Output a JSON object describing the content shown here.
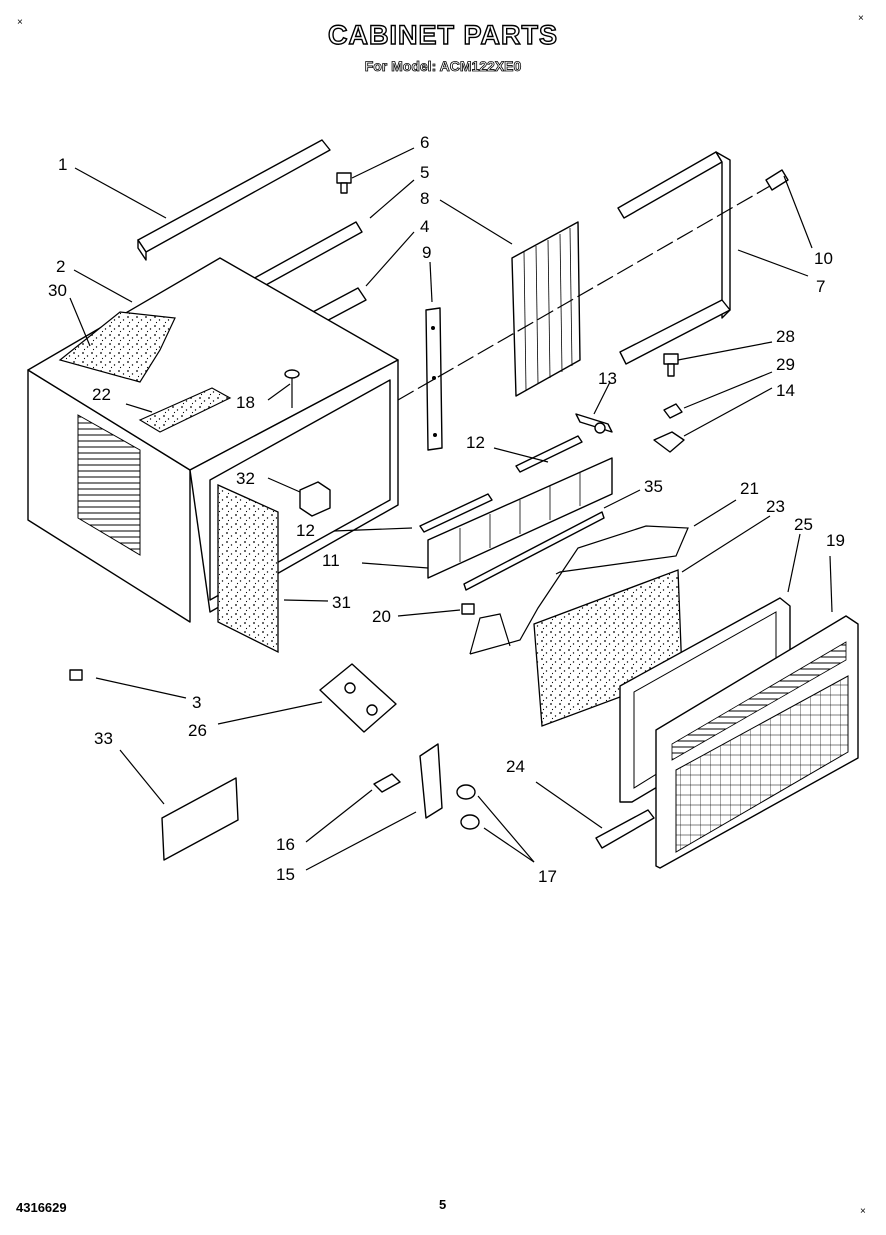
{
  "header": {
    "title": "CABINET PARTS",
    "subtitle": "For Model: ACM122XE0"
  },
  "footer": {
    "doc_number": "4316629",
    "page_number": "5"
  },
  "corner_mark": "×",
  "callouts": [
    "1",
    "2",
    "3",
    "4",
    "5",
    "6",
    "7",
    "8",
    "9",
    "10",
    "11",
    "12",
    "12",
    "13",
    "14",
    "15",
    "16",
    "17",
    "18",
    "19",
    "20",
    "21",
    "22",
    "23",
    "24",
    "25",
    "26",
    "28",
    "29",
    "30",
    "31",
    "32",
    "33",
    "35"
  ]
}
